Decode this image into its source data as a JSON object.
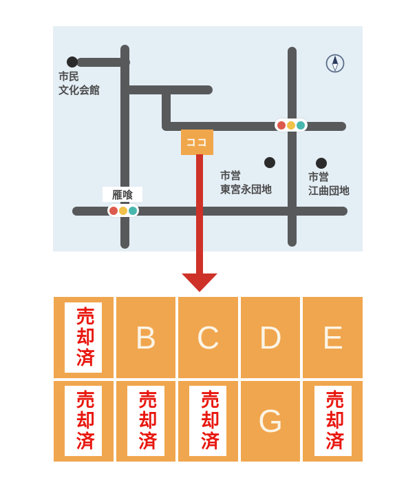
{
  "map": {
    "background_color": "#E4EEF5",
    "road_color": "#58595B",
    "labels": {
      "civic_hall": {
        "line1": "市民",
        "line2": "文化会館"
      },
      "gankui": "雁喰",
      "higashimiyanaga": {
        "line1": "市営",
        "line2": "東宮永団地"
      },
      "emagari": {
        "line1": "市営",
        "line2": "江曲団地"
      }
    },
    "here_marker": {
      "label": "ココ",
      "color": "#F0A74B"
    },
    "traffic_light_colors": {
      "red": "#DC5A4D",
      "yellow": "#F1C149",
      "green": "#48B7AE"
    },
    "arrow_color": "#CE3128"
  },
  "lots": {
    "cell_color": "#F0A64E",
    "sold_text_color": "#E8170F",
    "cells": [
      {
        "status": "sold",
        "label": "売却済"
      },
      {
        "status": "available",
        "label": "B"
      },
      {
        "status": "available",
        "label": "C"
      },
      {
        "status": "available",
        "label": "D"
      },
      {
        "status": "available",
        "label": "E"
      },
      {
        "status": "sold",
        "label": "売却済"
      },
      {
        "status": "sold",
        "label": "売却済"
      },
      {
        "status": "sold",
        "label": "売却済"
      },
      {
        "status": "available",
        "label": "G"
      },
      {
        "status": "sold",
        "label": "売却済"
      }
    ]
  }
}
